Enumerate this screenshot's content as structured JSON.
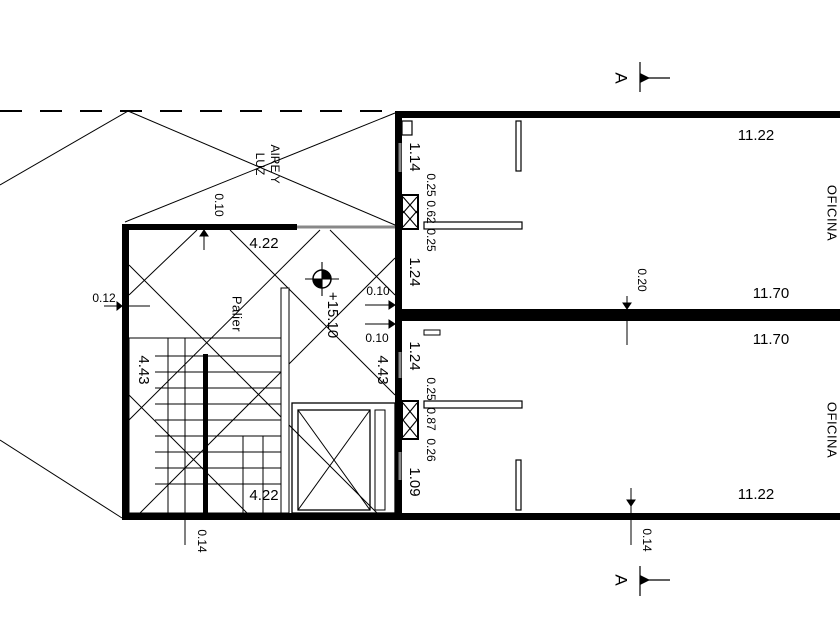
{
  "section_marks": [
    {
      "id": "top",
      "label": "A"
    },
    {
      "id": "bottom",
      "label": "A"
    }
  ],
  "rooms": {
    "office_upper": {
      "label": "OFICINA"
    },
    "office_lower": {
      "label": "OFICINA"
    },
    "landing": {
      "label": "Palier"
    },
    "light_well": {
      "line1": "AIRE Y",
      "line2": "LUZ"
    }
  },
  "level": {
    "value": "+15.10"
  },
  "dimensions": {
    "office_upper_top": "11.22",
    "office_upper_bottom": "11.70",
    "office_lower_top": "11.70",
    "office_lower_bottom": "11.22",
    "landing_width_top": "4.22",
    "landing_width_bottom": "4.22",
    "landing_depth_left": "4.43",
    "landing_depth_right": "4.43",
    "wall_upper_1": "1.14",
    "wall_upper_2": "0.25",
    "wall_upper_3": "0.62",
    "wall_upper_4": "0.25",
    "wall_upper_5": "1.24",
    "wall_lower_1": "1.24",
    "wall_lower_2": "0.25",
    "wall_lower_3": "0.87",
    "wall_lower_4": "0.26",
    "wall_lower_5": "1.09",
    "thick_010_top": "0.10",
    "thick_010_mid_a": "0.10",
    "thick_010_mid_b": "0.10",
    "thick_012": "0.12",
    "thick_020": "0.20",
    "thick_014_left": "0.14",
    "thick_014_right": "0.14"
  }
}
